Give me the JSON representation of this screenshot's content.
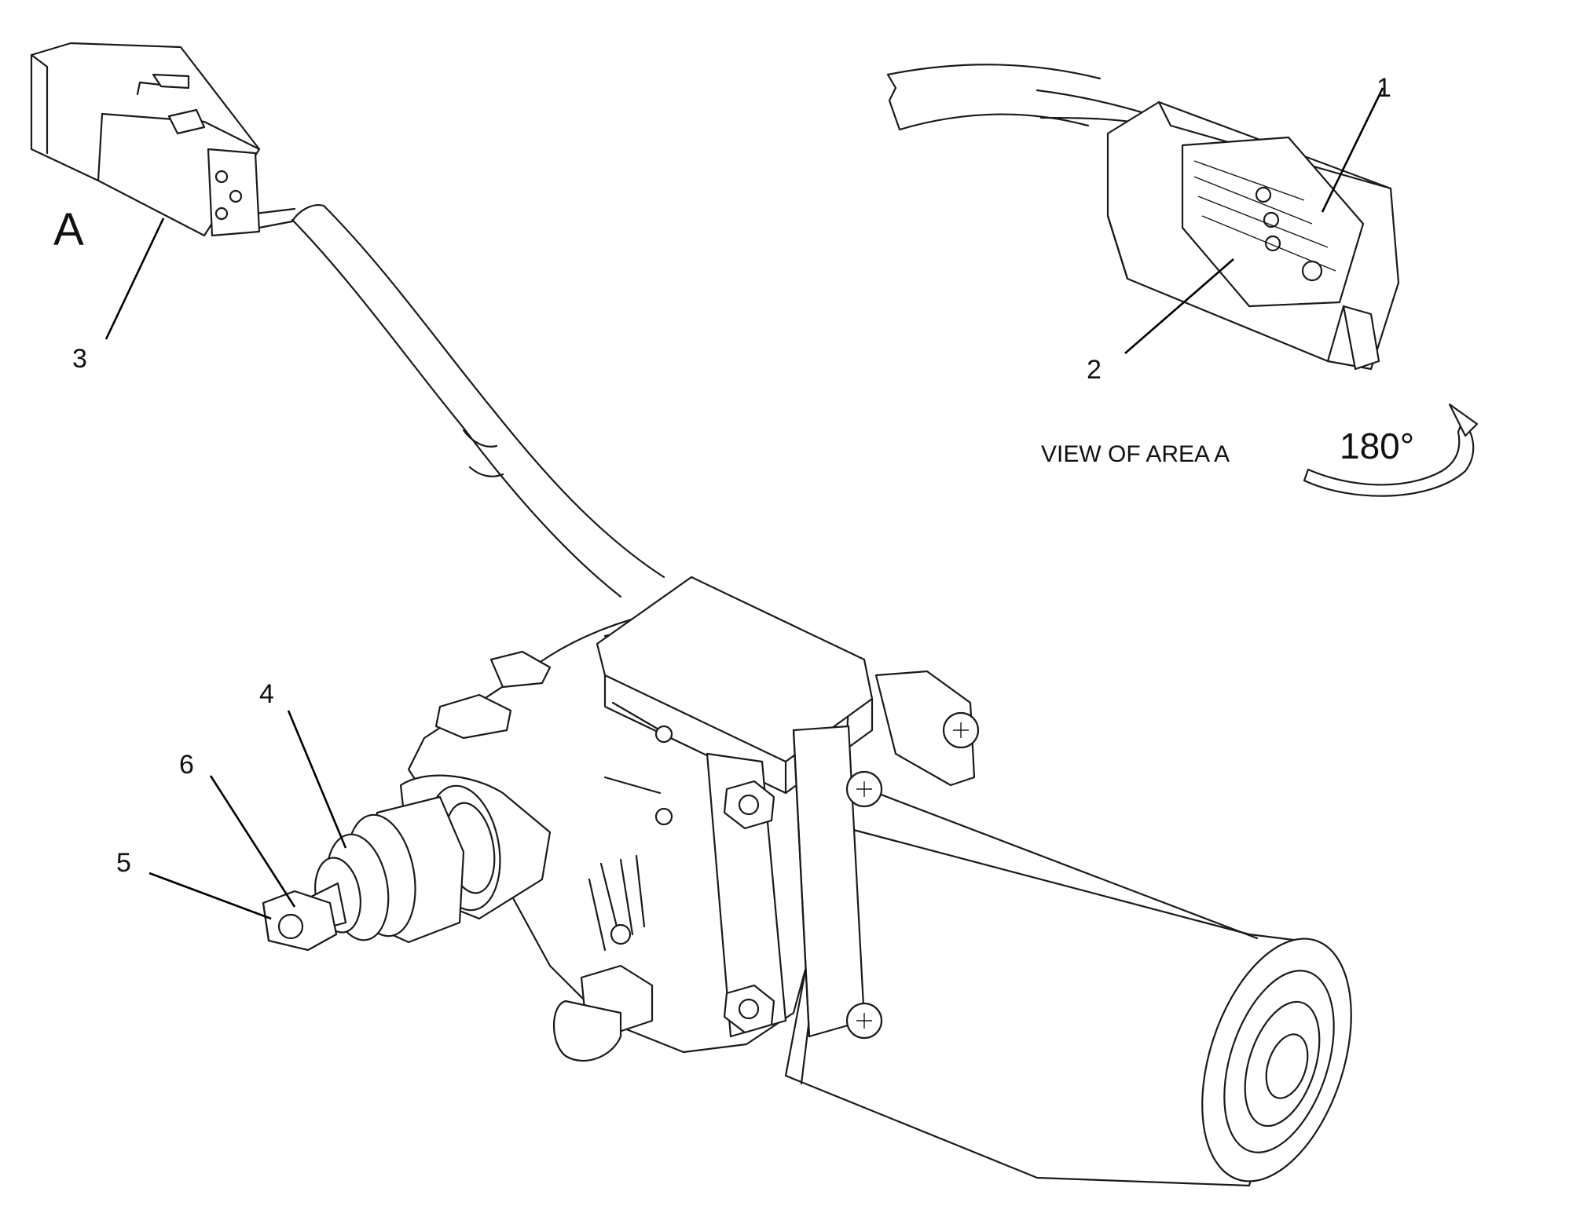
{
  "diagram": {
    "area_label": "A",
    "view_label": "VIEW OF AREA  A",
    "rotation_label": "180°",
    "callouts": [
      {
        "id": "1",
        "label": "1"
      },
      {
        "id": "2",
        "label": "2"
      },
      {
        "id": "3",
        "label": "3"
      },
      {
        "id": "4",
        "label": "4"
      },
      {
        "id": "5",
        "label": "5"
      },
      {
        "id": "6",
        "label": "6"
      }
    ],
    "colors": {
      "line": "#1a1a1a",
      "background": "#ffffff"
    }
  }
}
